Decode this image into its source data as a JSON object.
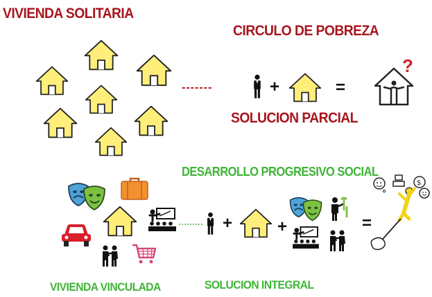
{
  "labels": {
    "vivienda_solitaria": "VIVIENDA SOLITARIA",
    "circulo_pobreza": "CIRCULO DE POBREZA",
    "solucion_parcial": "SOLUCION PARCIAL",
    "desarrollo_progresivo": "DESARROLLO PROGRESIVO SOCIAL",
    "vivienda_vinculada": "VIVIENDA VINCULADA",
    "solucion_integral": "SOLUCION INTEGRAL"
  },
  "symbols": {
    "plus": "+",
    "equals": "=",
    "dashes_top": "-------",
    "question": "?"
  },
  "colors": {
    "title_red": "#a8161e",
    "title_green": "#3fb536",
    "house_fill": "#ffee7a",
    "house_stroke": "#222222"
  },
  "icons": {
    "house": "house-icon",
    "person": "person-icon",
    "theater_masks": "theater-masks-icon",
    "suitcase": "suitcase-icon",
    "car": "car-icon",
    "couple": "couple-icon",
    "shopping_cart": "shopping-cart-icon",
    "classroom": "classroom-icon",
    "worker_tools": "worker-tools-icon",
    "jumping_figure": "jumping-figure-icon",
    "person_in_house": "person-in-house-icon"
  }
}
